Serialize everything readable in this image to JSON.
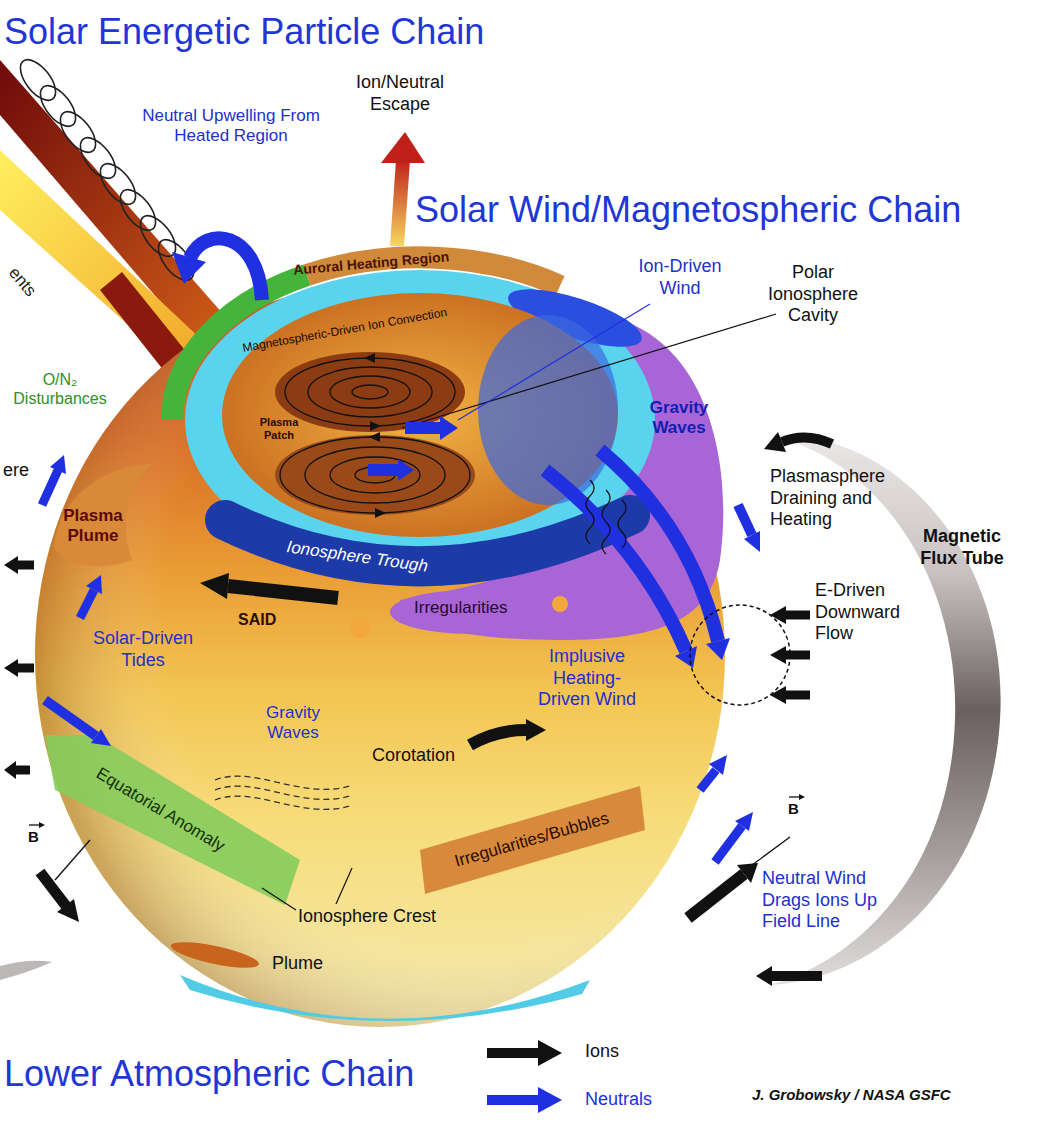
{
  "diagram": {
    "labels": [
      "Solar Energetic Particle Chain",
      "ents",
      "Neutral Upwelling From Heated Region",
      "Ion/Neutral Escape",
      "Solar Wind/Magnetospheric Chain",
      "Ion-Driven Wind",
      "Polar Ionosphere Cavity",
      "Auroral Heating Region",
      "Magnetospheric-Driven Ion Convection",
      "O/N₂ Disturbances",
      "Plasma Patch",
      "Gravity Waves",
      "ere",
      "Plasmasphere Draining and Heating",
      "Magnetic Flux Tube",
      "Plasma Plume",
      "Ionosphere Trough",
      "SAID",
      "Irregularities",
      "E-Driven Downward Flow",
      "Solar-Driven Tides",
      "Implusive Heating-Driven Wind",
      "Gravity Waves",
      "Corotation",
      "B",
      "Equatorial Anomaly",
      "Irregularities/Bubbles",
      "B",
      "Neutral Wind Drags Ions Up Field Line",
      "Ionosphere Crest",
      "Plume",
      "Lower Atmospheric Chain",
      "J. Grobowsky / NASA GSFC"
    ],
    "legend": [
      {
        "text": "Ions"
      },
      {
        "text": "Neutrals"
      }
    ]
  }
}
